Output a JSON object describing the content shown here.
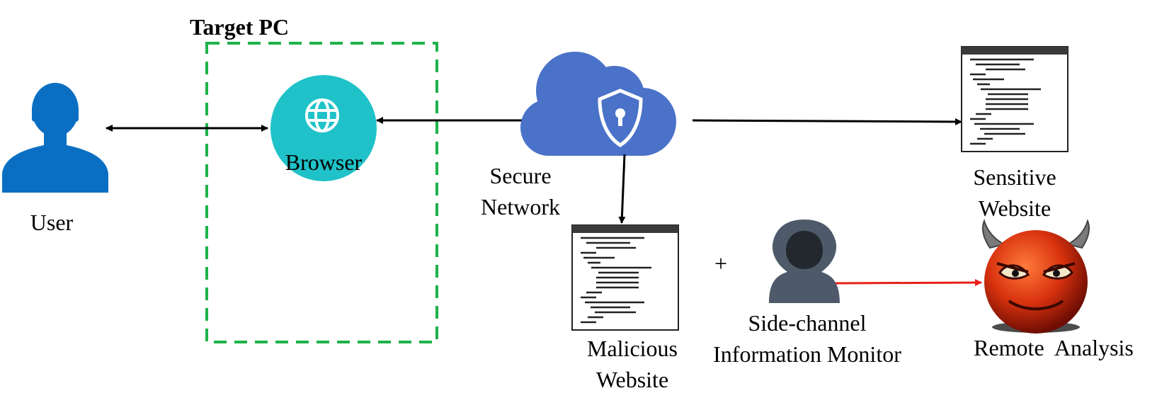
{
  "target_pc": {
    "title": "Target PC",
    "border_color": "#1fb24a"
  },
  "user": {
    "label": "User",
    "icon": "user-icon",
    "color": "#0a6fc2"
  },
  "browser": {
    "label": "Browser",
    "icon": "globe-icon",
    "color": "#1ec2c8"
  },
  "network": {
    "line1": "Secure",
    "line2": "Network",
    "icon": "cloud-shield-icon",
    "color": "#4a72c9"
  },
  "sensitive_site": {
    "line1": "Sensitive",
    "line2": "Website",
    "icon": "webpage-icon"
  },
  "malicious_site": {
    "line1": "Malicious",
    "line2": "Website",
    "icon": "webpage-icon"
  },
  "plus": "+",
  "monitor": {
    "line1": "Side-channel",
    "line2": "Information Monitor",
    "icon": "hooded-hacker-icon"
  },
  "remote": {
    "label": "Remote  Analysis",
    "icon": "devil-face-icon",
    "arrow_color": "#e8201a"
  }
}
